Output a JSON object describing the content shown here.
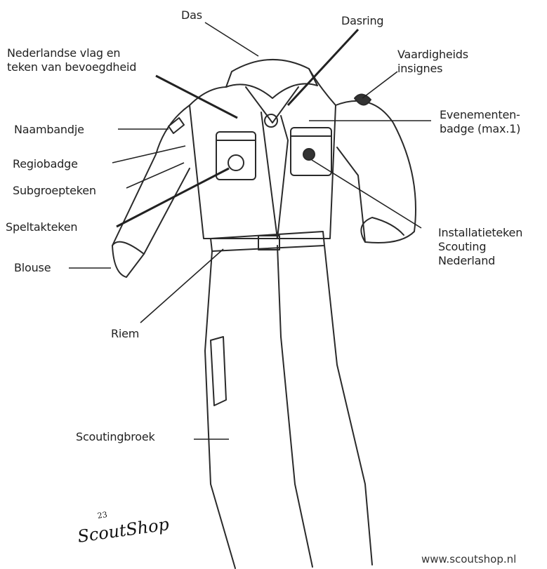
{
  "labels": {
    "das": "Das",
    "dasring": "Dasring",
    "nederlandse_vlag": "Nederlandse vlag en\nteken van bevoegdheid",
    "vaardigheids": "Vaardigheids\ninsignes",
    "naambandje": "Naambandje",
    "evenementen": "Evenementen-\nbadge (max.1)",
    "regiobadge": "Regiobadge",
    "subgroepteken": "Subgroepteken",
    "speltakteken": "Speltakteken",
    "installatieteken": "Installatieteken\nScouting\nNederland",
    "blouse": "Blouse",
    "riem": "Riem",
    "scoutingbroek": "Scoutingbroek"
  },
  "logo": {
    "text": "ScoutShop",
    "mark": "23"
  },
  "footer": {
    "website": "www.scoutshop.nl"
  },
  "colors": {
    "ink": "#222222",
    "background": "#ffffff"
  }
}
